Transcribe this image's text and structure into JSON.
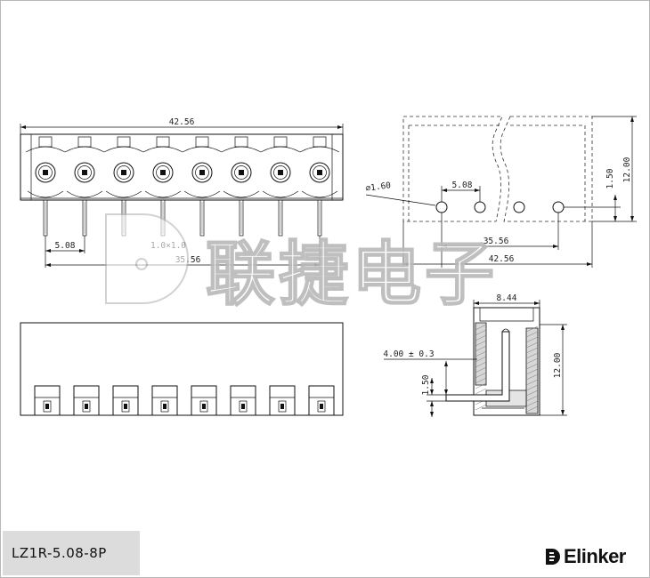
{
  "drawing": {
    "top_front": {
      "overall_width": "42.56",
      "pitch": "5.08",
      "pin_size": "1.0×1.0",
      "span": "35.56",
      "positions": 8
    },
    "side_top": {
      "hole_dia": "⌀1.60",
      "pitch": "5.08",
      "span": "35.56",
      "overall_width": "42.56",
      "offset": "1.50",
      "height": "12.00"
    },
    "section": {
      "depth": "8.44",
      "pin_length": "4.00 ± 0.3",
      "offset": "1.50",
      "height": "12.00"
    }
  },
  "watermark_text": "联捷电子",
  "model": "LZ1R-5.08-8P",
  "brand": {
    "name": "Elinker",
    "logo_icon": "elinker-logo-icon"
  }
}
